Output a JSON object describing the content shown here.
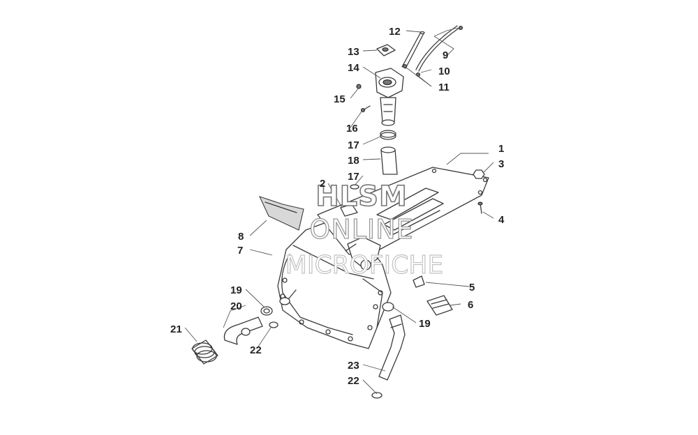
{
  "callouts": [
    "1",
    "2",
    "3",
    "4",
    "5",
    "6",
    "7",
    "8",
    "9",
    "10",
    "11",
    "12",
    "13",
    "14",
    "15",
    "16",
    "17",
    "17",
    "18",
    "19",
    "19",
    "20",
    "21",
    "22",
    "22",
    "23"
  ],
  "watermark": {
    "line1": "HLSM",
    "line2": "ONLINE",
    "line3": "MICROFICHE"
  }
}
